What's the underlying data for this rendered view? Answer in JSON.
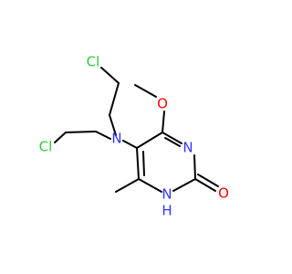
{
  "molecule": {
    "colors": {
      "bond": "#000000",
      "N": "#3333ff",
      "O": "#ff0000",
      "Cl": "#33cc33"
    },
    "atoms": {
      "cl_top": "Cl",
      "cl_bottom": "Cl",
      "n_amine": "N",
      "o_methoxy": "O",
      "n_ring_3": "N",
      "nh_ring_1": "N",
      "h_ring_1": "H",
      "o_carbonyl": "O"
    }
  }
}
